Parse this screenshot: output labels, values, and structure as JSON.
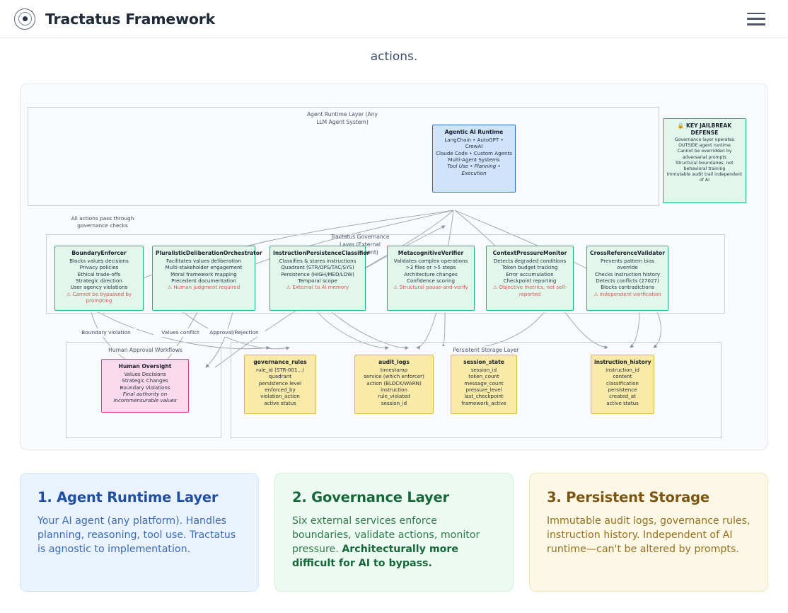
{
  "header": {
    "brand": "Tractatus Framework",
    "logo_icon": "target-circles-icon",
    "menu_icon": "hamburger-menu-icon"
  },
  "lead_text": "actions.",
  "diagram": {
    "clusters": [
      {
        "id": "runtime",
        "label": "Agent Runtime Layer (Any\nLLM Agent System)"
      },
      {
        "id": "governance",
        "label": "Tractatus Governance\nLayer (External\nEnforcement)"
      },
      {
        "id": "human",
        "label": "Human Approval Workflows"
      },
      {
        "id": "storage",
        "label": "Persistent Storage Layer"
      }
    ],
    "runtime_node": {
      "title": "Agentic AI Runtime",
      "lines": [
        "LangChain • AutoGPT • CrewAI",
        "Claude Code • Custom Agents",
        "Multi-Agent Systems"
      ],
      "italic_lines": [
        "Tool Use • Planning • Execution"
      ]
    },
    "defense_node": {
      "title": "🔒 KEY JAILBREAK DEFENSE",
      "lines": [
        "Governance layer operates OUTSIDE agent runtime",
        "Cannot be overridden by adversarial prompts",
        "Structural boundaries, not behavioral training",
        "Immutable audit trail independent of AI"
      ]
    },
    "services": [
      {
        "title": "BoundaryEnforcer",
        "subtitle": "Blocks values decisions",
        "bullets": [
          "Privacy policies",
          "Ethical trade-offs",
          "Strategic direction",
          "User agency violations"
        ],
        "warning": "⚠ Cannot be bypassed by prompting"
      },
      {
        "title": "PluralisticDeliberationOrchestrator",
        "subtitle": "Facilitates values deliberation",
        "bullets": [
          "Multi-stakeholder engagement",
          "Moral framework mapping",
          "Precedent documentation"
        ],
        "warning": "⚠ Human judgment required"
      },
      {
        "title": "InstructionPersistenceClassifier",
        "subtitle": "Classifies & stores instructions",
        "bullets": [
          "Quadrant (STR/OPS/TAC/SYS)",
          "Persistence (HIGH/MED/LOW)",
          "Temporal scope"
        ],
        "warning": "⚠ External to AI memory"
      },
      {
        "title": "MetacognitiveVerifier",
        "subtitle": "Validates complex operations",
        "bullets": [
          ">3 files or >5 steps",
          "Architecture changes",
          "Confidence scoring"
        ],
        "warning": "⚠ Structural pause-and-verify"
      },
      {
        "title": "ContextPressureMonitor",
        "subtitle": "Detects degraded conditions",
        "bullets": [
          "Token budget tracking",
          "Error accumulation",
          "Checkpoint reporting"
        ],
        "warning": "⚠ Objective metrics, not self-reported"
      },
      {
        "title": "CrossReferenceValidator",
        "subtitle": "Prevents pattern bias override",
        "bullets": [
          "Checks instruction history",
          "Detects conflicts (27027)",
          "Blocks contradictions"
        ],
        "warning": "⚠ Independent verification"
      }
    ],
    "human_node": {
      "title": "Human Oversight",
      "lines": [
        "Values Decisions",
        "Strategic Changes",
        "Boundary Violations"
      ],
      "italic_lines": [
        "Final authority on",
        "Incommensurable values"
      ]
    },
    "stores": [
      {
        "title": "governance_rules",
        "fields": [
          "rule_id (STR-001...)",
          "quadrant",
          "persistence level",
          "enforced_by",
          "violation_action",
          "active status"
        ]
      },
      {
        "title": "audit_logs",
        "fields": [
          "timestamp",
          "service (which enforcer)",
          "action (BLOCK/WARN)",
          "instruction",
          "rule_violated",
          "session_id"
        ]
      },
      {
        "title": "session_state",
        "fields": [
          "session_id",
          "token_count",
          "message_count",
          "pressure_level",
          "last_checkpoint",
          "framework_active"
        ]
      },
      {
        "title": "instruction_history",
        "fields": [
          "instruction_id",
          "content",
          "classification",
          "persistence",
          "created_at",
          "active status"
        ]
      }
    ],
    "edge_labels": [
      "All actions pass through governance checks",
      "Boundary violation",
      "Values conflict",
      "Approval/Rejection"
    ]
  },
  "cards": [
    {
      "title": "1. Agent Runtime Layer",
      "body": "Your AI agent (any platform). Handles planning, reasoning, tool use. Tractatus is agnostic to implementation.",
      "bold_tail": ""
    },
    {
      "title": "2. Governance Layer",
      "body": "Six external services enforce boundaries, validate actions, monitor pressure. ",
      "bold_tail": "Architecturally more difficult for AI to bypass."
    },
    {
      "title": "3. Persistent Storage",
      "body": "Immutable audit logs, governance rules, instruction history. Independent of AI runtime—can't be altered by prompts.",
      "bold_tail": ""
    }
  ],
  "colors": {
    "runtime_accent": "#1f6fd0",
    "governance_accent": "#17b87c",
    "storage_accent": "#d6b94c",
    "human_accent": "#e2389c",
    "warning": "#e05252"
  }
}
